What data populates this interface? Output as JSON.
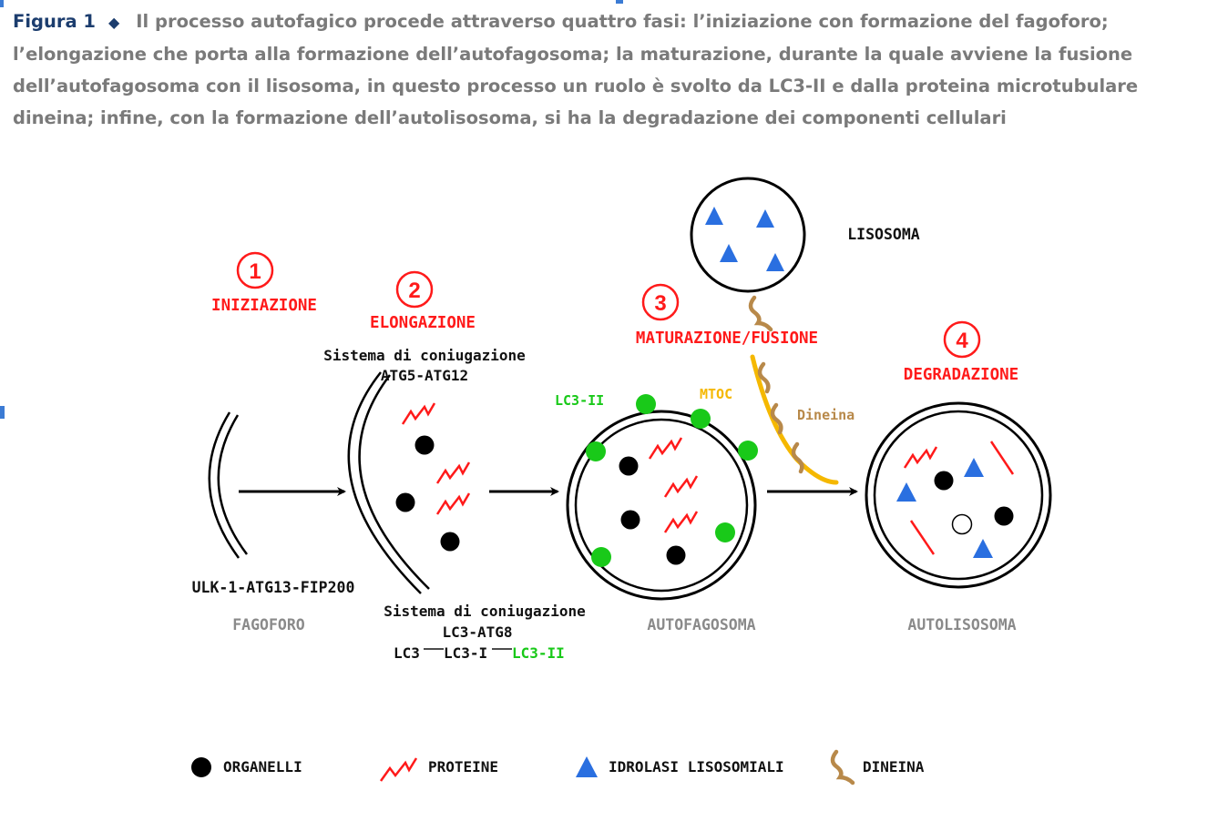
{
  "caption": {
    "label": "Figura 1",
    "text": "Il processo autofagico procede attraverso quattro fasi: l’iniziazione con formazione del fagoforo; l’elongazione che porta alla formazione dell’autofagosoma; la maturazione, durante la quale avviene la fusione dell’autofagosoma con il lisosoma, in questo processo un ruolo è svolto da LC3-II e dalla proteina microtubulare dineina; infine, con la formazione dell’autolisosoma, si ha la degradazione dei componenti cellulari"
  },
  "stages": [
    {
      "number": "1",
      "title": "INIZIAZIONE"
    },
    {
      "number": "2",
      "title": "ELONGAZIONE"
    },
    {
      "number": "3",
      "title": "MATURAZIONE/FUSIONE"
    },
    {
      "number": "4",
      "title": "DEGRADAZIONE"
    }
  ],
  "labels": {
    "lisosoma": "LISOSOMA",
    "sistema1_line1": "Sistema di coniugazione",
    "sistema1_line2": "ATG5-ATG12",
    "ulk": "ULK-1-ATG13-FIP200",
    "fagoforo": "FAGOFORO",
    "sistema2_line1": "Sistema di coniugazione",
    "sistema2_line2": "LC3-ATG8",
    "lc3_a": "LC3",
    "lc3_b": "LC3-I",
    "lc3_c": "LC3-II",
    "lc3ii": "LC3-II",
    "mtoc": "MTOC",
    "dineina": "Dineina",
    "autofagosoma": "AUTOFAGOSOMA",
    "autolisosoma": "AUTOLISOSOMA"
  },
  "legend": [
    {
      "icon": "organelle-dot",
      "label": "ORGANELLI"
    },
    {
      "icon": "protein-zigzag",
      "label": "PROTEINE"
    },
    {
      "icon": "hydrolase-triangle",
      "label": "IDROLASI LISOSOMIALI"
    },
    {
      "icon": "dynein-squiggle",
      "label": "DINEINA"
    }
  ],
  "colors": {
    "stage_red": "#ff1a1a",
    "lc3_green": "#19c919",
    "mtoc_yellow": "#f5b800",
    "dynein_brown": "#b8894a",
    "hydrolase_blue": "#2a6fe0",
    "label_grey": "#8a8a8a",
    "caption_blue": "#1c3d6e"
  }
}
